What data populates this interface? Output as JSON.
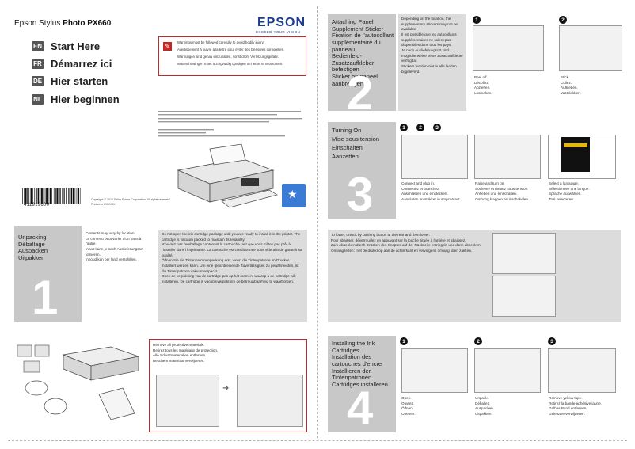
{
  "header": {
    "brand": "Epson Stylus",
    "model": "Photo PX660",
    "logo": "EPSON",
    "logo_tagline": "EXCEED YOUR VISION"
  },
  "languages": [
    {
      "code": "EN",
      "title": "Start Here"
    },
    {
      "code": "FR",
      "title": "Démarrez ici"
    },
    {
      "code": "DE",
      "title": "Hier starten"
    },
    {
      "code": "NL",
      "title": "Hier beginnen"
    }
  ],
  "warnings": [
    "Warnings must be followed carefully to avoid bodily injury.",
    "Avertissement à suivre à la lettre pour éviter des blessures corporelles.",
    "Warnungen sind genau einzuhalten, sonst droht Verletzungsgefahr.",
    "Waarschuwingen moet u zorgvuldig opvolgen om letsel te voorkomen."
  ],
  "barcode_number": "411919600",
  "copyright": "Copyright © 2010 Seiko Epson Corporation. All rights reserved.",
  "printed_in": "Printed in XXXXXX",
  "step1": {
    "number": "1",
    "titles": [
      "Unpacking",
      "Déballage",
      "Auspacken",
      "Uitpakken"
    ],
    "contents": [
      "Contents may vary by location.",
      "Le contenu peut varier d'un pays à l'autre.",
      "Inhalt kann je nach Auslieferungsort variieren.",
      "Inhoud kan per land verschillen."
    ],
    "cartridge_notice": [
      "Do not open the ink cartridge package until you are ready to install it in the printer. The cartridge is vacuum packed to maintain its reliability.",
      "N'ouvrez pas l'emballage contenant la cartouche tant que vous n'êtes pas prêt à l'installer dans l'imprimante. La cartouche est conditionnée sous vide afin de garantir sa qualité.",
      "Öffnen Sie die Tintenpatronenpackung erst, wenn die Tintenpatrone im Drucker installiert werden kann. Um eine gleichbleibende Zuverlässigkeit zu gewährleisten, ist die Tintenpatrone vakuumverpackt.",
      "Open de verpakking van de cartridge pas op het moment waarop u de cartridge wilt installeren. De cartridge is vacuümverpakt om de betrouwbaarheid te waarborgen."
    ],
    "remove_tape": [
      "Remove all protective materials.",
      "Retirez tous les matériaux de protection.",
      "Alle Schutzmaterialien entfernen.",
      "Beschermmateriaal verwijderen."
    ]
  },
  "step2": {
    "number": "2",
    "titles": [
      "Attaching Panel Supplement Sticker",
      "Fixation de l'autocollant supplémentaire du panneau",
      "Bedienfeld-Zusatzaufkleber befestigen",
      "Sticker op paneel aanbrengen"
    ],
    "note": [
      "Depending on the location, the supplementary stickers may not be available.",
      "Il est possible que les autocollants supplémentaires ne soient pas disponibles dans tous les pays.",
      "Je nach Auslieferungsort sind möglicherweise keine Zusatzaufkleber verfügbar.",
      "Stickers worden niet in alle landen bijgeleverd."
    ],
    "sub1": [
      "Peel off.",
      "Décollez.",
      "Abziehen.",
      "Losmaken."
    ],
    "sub2": [
      "Stick.",
      "Collez.",
      "Aufkleben.",
      "Vastplakken."
    ]
  },
  "step3": {
    "number": "3",
    "titles": [
      "Turning On",
      "Mise sous tension",
      "Einschalten",
      "Aanzetten"
    ],
    "sub1": [
      "Connect and plug in.",
      "Connectez et branchez.",
      "Anschließen und einstecken.",
      "Aansluiten en stekker in stopcontact."
    ],
    "sub2": [
      "Raise and turn on.",
      "Soulevez et mettez sous tension.",
      "Anheben und einschalten.",
      "Omhoog klappen en inschakelen."
    ],
    "sub3": [
      "Select a language.",
      "Sélectionnez une langue.",
      "Sprache auswählen.",
      "Taal selecteren."
    ],
    "lock_text": [
      "To lower, unlock by pushing button at the rear and then lower.",
      "Pour abaisser, déverrouillez en appuyant sur la touche située à l'arrière et abaissez.",
      "Zum Absenken durch Drücken des Knopfes auf der Rückseite entriegeln und dann absenken.",
      "Omlaagzetten: met de drukknop aan de achterkant en vervolgens omlaag laten zakken."
    ]
  },
  "step4": {
    "number": "4",
    "titles": [
      "Installing the Ink Cartridges",
      "Installation des cartouches d'encre",
      "Installieren der Tintenpatronen",
      "Cartridges installeren"
    ],
    "sub1": [
      "Open.",
      "Ouvrez.",
      "Öffnen.",
      "Openen."
    ],
    "sub2": [
      "Unpack.",
      "Déballez.",
      "Auspacken.",
      "Uitpakken."
    ],
    "sub3": [
      "Remove yellow tape.",
      "Retirez la bande adhésive jaune.",
      "Gelbes Band entfernen.",
      "Gele tape verwijderen."
    ]
  },
  "colors": {
    "accent_red": "#c62828",
    "panel_gray": "#c8c8c8",
    "epson_blue": "#1a3b8f"
  }
}
